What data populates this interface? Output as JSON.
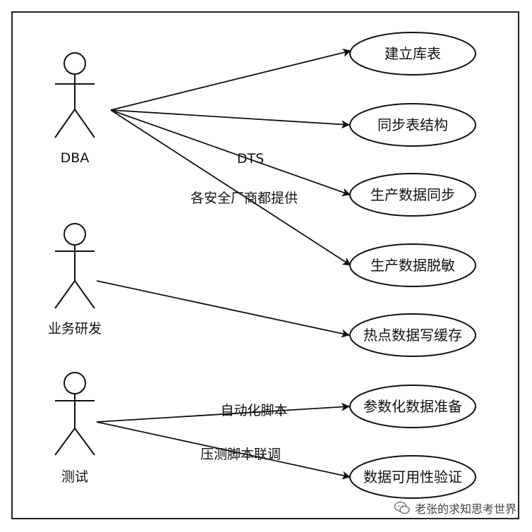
{
  "actors": [
    {
      "id": "dba",
      "label": "DBA"
    },
    {
      "id": "dev",
      "label": "业务研发"
    },
    {
      "id": "test",
      "label": "测试"
    }
  ],
  "use_cases": [
    {
      "id": "uc1",
      "label": "建立库表"
    },
    {
      "id": "uc2",
      "label": "同步表结构"
    },
    {
      "id": "uc3",
      "label": "生产数据同步"
    },
    {
      "id": "uc4",
      "label": "生产数据脱敏"
    },
    {
      "id": "uc5",
      "label": "热点数据写缓存"
    },
    {
      "id": "uc6",
      "label": "参数化数据准备"
    },
    {
      "id": "uc7",
      "label": "数据可用性验证"
    }
  ],
  "edge_labels": {
    "dts": "DTS",
    "vendors": "各安全厂商都提供",
    "auto_script": "自动化脚本",
    "stress_script": "压测脚本联调"
  },
  "watermark": {
    "text": "老张的求知思考世界",
    "icon": "wechat-icon"
  }
}
